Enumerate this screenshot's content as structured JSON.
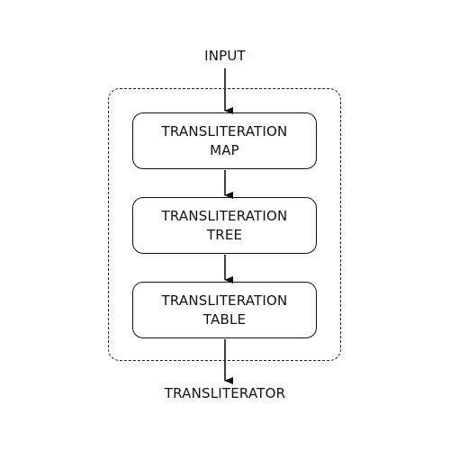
{
  "input_label": "INPUT",
  "output_label": "TRANSLITERATOR",
  "container": {
    "style": "dashed"
  },
  "stages": [
    {
      "line1": "TRANSLITERATION",
      "line2": "MAP"
    },
    {
      "line1": "TRANSLITERATION",
      "line2": "TREE"
    },
    {
      "line1": "TRANSLITERATION",
      "line2": "TABLE"
    }
  ],
  "colors": {
    "stroke": "#111111",
    "background": "#ffffff"
  }
}
